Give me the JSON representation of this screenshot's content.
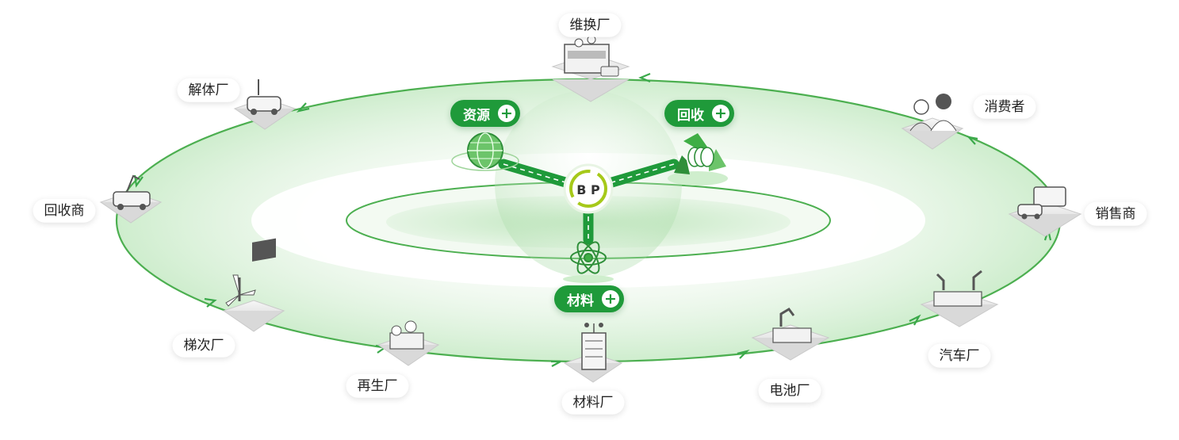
{
  "nodes": [
    {
      "id": "repair",
      "label": "维换厂"
    },
    {
      "id": "dismantle",
      "label": "解体厂"
    },
    {
      "id": "consumer",
      "label": "消费者"
    },
    {
      "id": "recycler",
      "label": "回收商"
    },
    {
      "id": "dealer",
      "label": "销售商"
    },
    {
      "id": "cascade",
      "label": "梯次厂"
    },
    {
      "id": "automaker",
      "label": "汽车厂"
    },
    {
      "id": "regen",
      "label": "再生厂"
    },
    {
      "id": "materials",
      "label": "材料厂"
    },
    {
      "id": "battery",
      "label": "电池厂"
    }
  ],
  "hub": {
    "logo_text": "B P",
    "pills": [
      {
        "id": "resource",
        "label": "资源",
        "icon": "plus-icon"
      },
      {
        "id": "recycle",
        "label": "回收",
        "icon": "plus-icon"
      },
      {
        "id": "material",
        "label": "材料",
        "icon": "plus-icon"
      }
    ]
  },
  "colors": {
    "primary": "#1f9a3a",
    "ring": "#4caf50",
    "light": "#dff2df",
    "logo_accent": "#a6c91a"
  },
  "icons": [
    "factory-icon",
    "car-icon",
    "people-icon",
    "tow-truck-icon",
    "truck-car-icon",
    "wind-turbine-icon",
    "robot-arm-icon",
    "chem-plant-icon",
    "building-icon",
    "globe-icon",
    "recycle-icon",
    "atom-icon"
  ]
}
